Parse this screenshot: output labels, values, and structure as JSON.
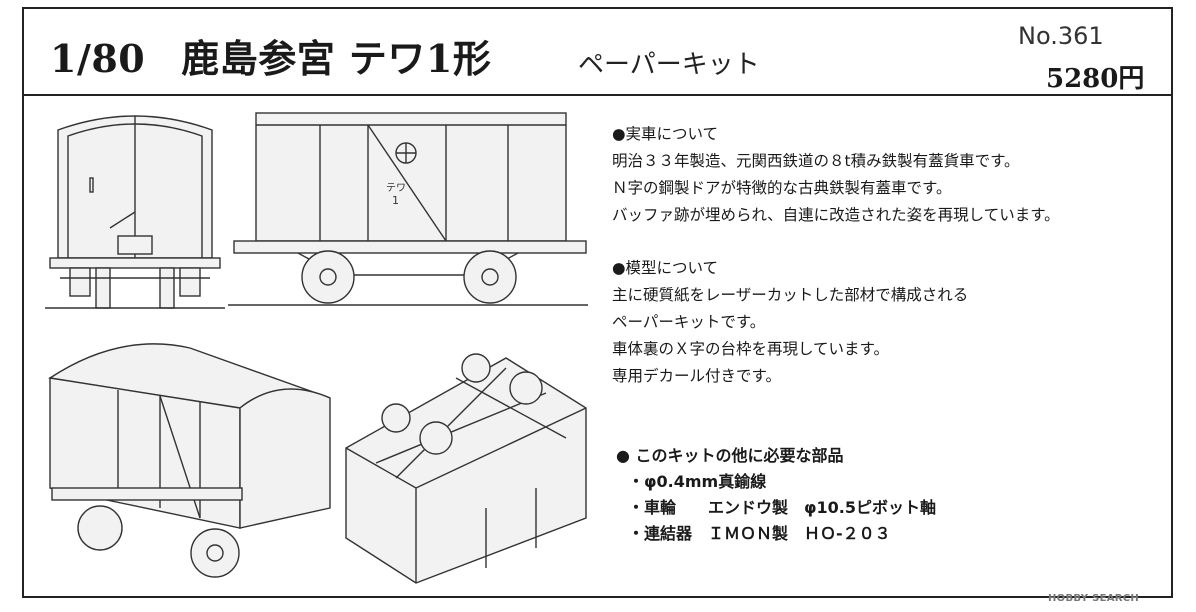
{
  "header": {
    "scale": "1/80",
    "title": "鹿島参宮 テワ1形",
    "subtitle": "ペーパーキット",
    "catalog_no": "No.361",
    "price": "5280円"
  },
  "description": {
    "real_heading": "●実車について",
    "real_lines": [
      "明治３３年製造、元関西鉄道の８t積み鉄製有蓋貨車です。",
      "Ｎ字の鋼製ドアが特徴的な古典鉄製有蓋車です。",
      "バッファ跡が埋められ、自連に改造された姿を再現しています。"
    ],
    "model_heading": "●模型について",
    "model_lines": [
      "主に硬質紙をレーザーカットした部材で構成される",
      "ペーパーキットです。",
      "車体裏のＸ字の台枠を再現しています。",
      "専用デカール付きです。"
    ]
  },
  "parts": {
    "heading": "●  このキットの他に必要な部品",
    "items": [
      "・φ0.4mm真鍮線",
      "・車輪　　エンドウ製　φ10.5ピボット軸",
      "・連結器　ＩＭＯＮ製　ＨＯ-２０３"
    ]
  },
  "car_markings": {
    "car_number": "テワ",
    "number_digit": "1"
  },
  "watermark": "HOBBY SEARCH"
}
